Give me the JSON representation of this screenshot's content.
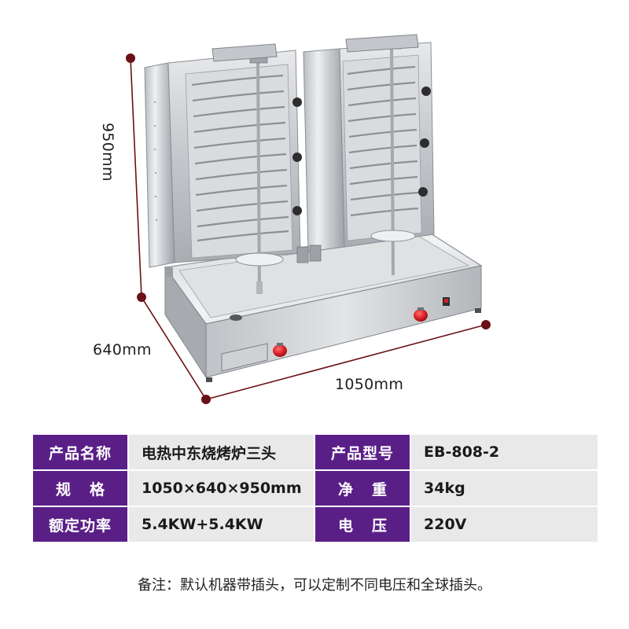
{
  "dimensions": {
    "height": "950mm",
    "depth": "640mm",
    "width": "1050mm"
  },
  "specs": [
    {
      "label": "产品名称",
      "value": "电热中东烧烤炉三头"
    },
    {
      "label": "产品型号",
      "value": "EB-808-2"
    },
    {
      "label": "规格",
      "value": "1050×640×950mm"
    },
    {
      "label": "净重",
      "value": "34kg"
    },
    {
      "label": "额定功率",
      "value": "5.4KW+5.4KW"
    },
    {
      "label": "电压",
      "value": "220V"
    }
  ],
  "note": "备注：默认机器带插头，可以定制不同电压和全球插头。",
  "colors": {
    "label_bg": "#5a1f87",
    "value_bg": "#e9e9e9",
    "dimension_line": "#6b1016",
    "knob": "#d81f26"
  },
  "icons": [
    "dimension-marker-icon",
    "control-knob-icon",
    "power-switch-icon"
  ]
}
